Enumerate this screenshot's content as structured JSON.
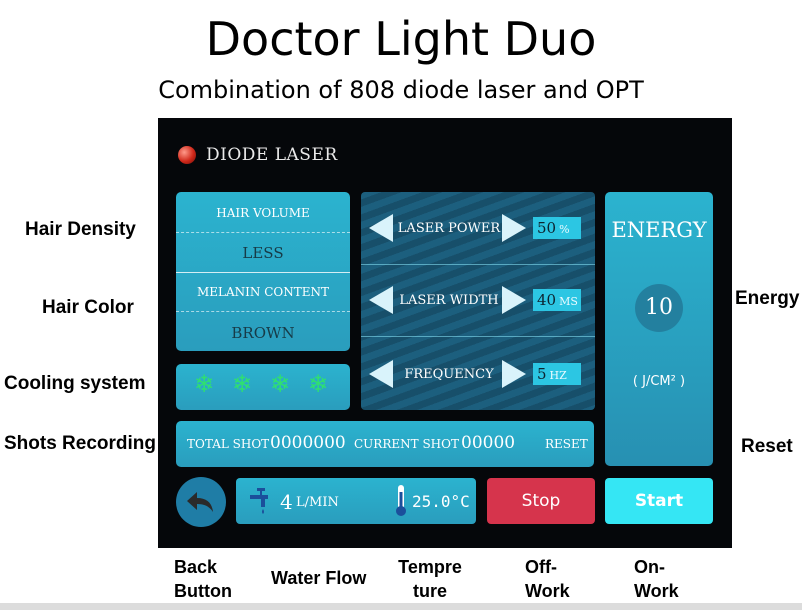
{
  "title": "Doctor Light Duo",
  "subtitle": "Combination of 808 diode laser and OPT",
  "annotations": {
    "hair_density": "Hair Density",
    "hair_color": "Hair Color",
    "cooling_system": "Cooling system",
    "shots_recording": "Shots Recording",
    "energy": "Energy",
    "reset": "Reset",
    "back_button": [
      "Back",
      "Button"
    ],
    "water_flow": "Water Flow",
    "temperature": [
      "Tempre",
      "ture"
    ],
    "off_work": [
      "Off-",
      "Work"
    ],
    "on_work": [
      "On-",
      "Work"
    ]
  },
  "screen": {
    "header": "DIODE LASER",
    "hair_volume_label": "HAIR VOLUME",
    "hair_volume_value": "LESS",
    "melanin_label": "MELANIN CONTENT",
    "melanin_value": "BROWN",
    "params": [
      {
        "label": "LASER POWER",
        "value": "50",
        "unit": "%"
      },
      {
        "label": "LASER WIDTH",
        "value": "40",
        "unit": "MS"
      },
      {
        "label": "FREQUENCY",
        "value": "5",
        "unit": "HZ"
      }
    ],
    "energy": {
      "title": "ENERGY",
      "value": "10",
      "unit": "( J/CM² )"
    },
    "cooling_levels": 4,
    "shots": {
      "total_label": "TOTAL SHOT",
      "total_value": "0000000",
      "current_label": "CURRENT SHOT",
      "current_value": "00000",
      "reset_label": "RESET"
    },
    "water_flow": {
      "value": "4",
      "unit": "L/MIN"
    },
    "temperature": {
      "value": "25.0",
      "unit": "°C"
    },
    "stop_label": "Stop",
    "start_label": "Start"
  },
  "colors": {
    "tile": "#2bb3cf",
    "stop": "#d6344c",
    "start": "#35e6f4",
    "snowflake": "#2fe070"
  },
  "icons": {
    "back": "back-arrow-icon",
    "water": "faucet-icon",
    "temperature": "thermometer-icon",
    "cooling": "snowflake-icon",
    "status": "red-led-icon"
  }
}
